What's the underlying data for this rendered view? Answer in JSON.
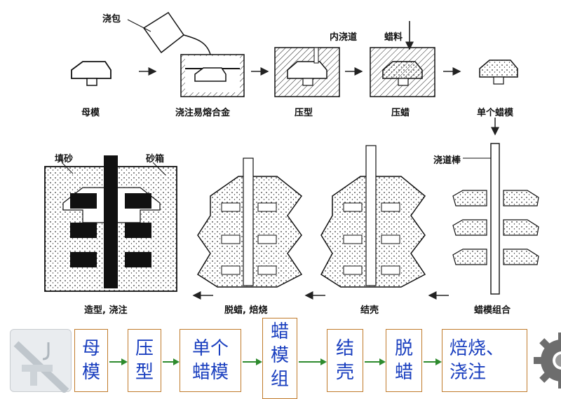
{
  "diagram": {
    "labels": {
      "ladle": "浇包",
      "inner_sprue": "内浇道",
      "wax_material": "蜡料",
      "master_mold": "母模",
      "pour_alloy": "浇注易熔合金",
      "press_mold": "压型",
      "press_wax": "压蜡",
      "single_wax_mold": "单个蜡模",
      "sprue_rod": "浇道棒",
      "fill_sand": "填砂",
      "sand_box": "砂箱",
      "molding_pouring": "造型, 浇注",
      "dewax_bake": "脱蜡, 焙烧",
      "shell": "结壳",
      "wax_assembly": "蜡模组合"
    }
  },
  "flow": {
    "steps": [
      {
        "text": "母\n模"
      },
      {
        "text": "压\n型"
      },
      {
        "text": "单个\n蜡模"
      },
      {
        "text": "蜡\n模\n组"
      },
      {
        "text": "结\n壳"
      },
      {
        "text": "脱\n蜡"
      },
      {
        "text": "焙烧、\n浇注"
      }
    ]
  },
  "icons": [
    "crane-hook-icon",
    "gear-icon"
  ]
}
